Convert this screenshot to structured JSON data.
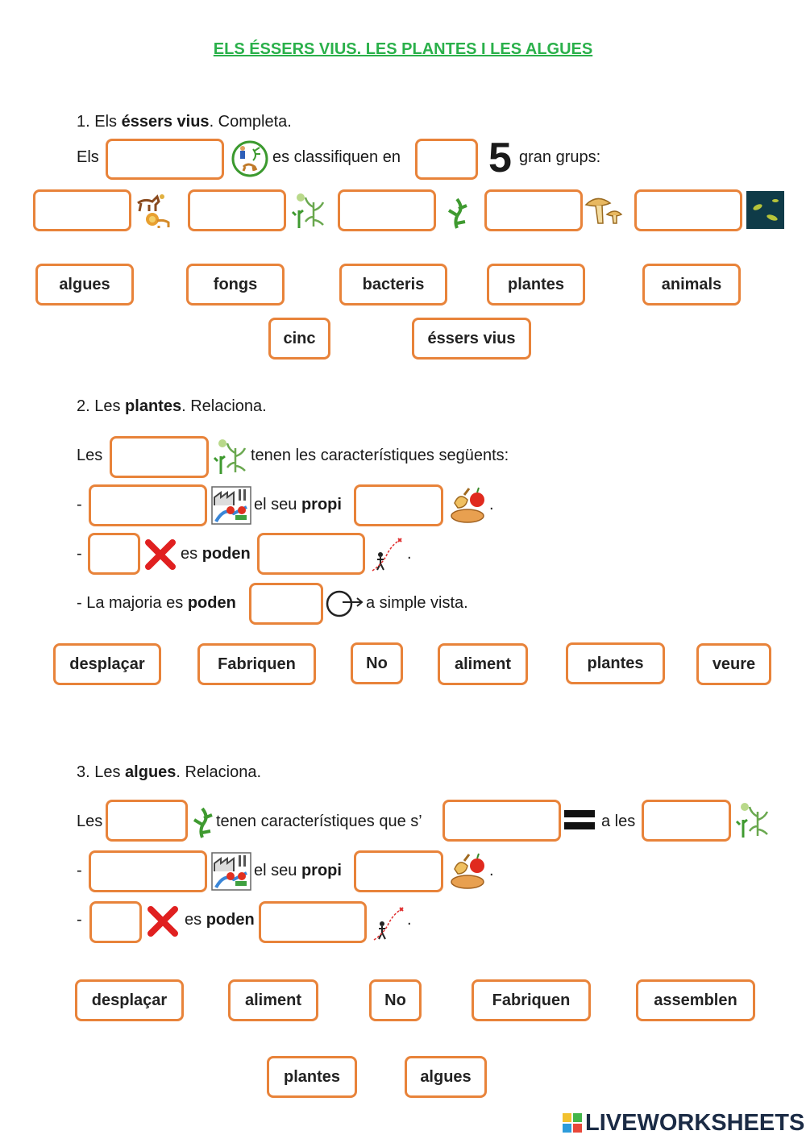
{
  "title": "ELS ÉSSERS VIUS. LES PLANTES I LES ALGUES",
  "section1": {
    "heading_prefix": "1. Els ",
    "heading_bold": "éssers vius",
    "heading_suffix": ". Completa.",
    "line_start": "Els",
    "line_mid": "es classifiquen en",
    "big_number": "5",
    "line_end": "gran grups:",
    "chips": [
      "algues",
      "fongs",
      "bacteris",
      "plantes",
      "animals",
      "cinc",
      "éssers vius"
    ]
  },
  "section2": {
    "heading_prefix": "2. Les ",
    "heading_bold": "plantes",
    "heading_suffix": ". Relaciona.",
    "line1_start": "Les",
    "line1_end": "tenen les característiques següents:",
    "dash": "-",
    "line2_mid": "el seu ",
    "line2_bold": "propi",
    "period": ".",
    "line3_mid": "es ",
    "line3_bold": "poden",
    "line4_start": "- La majoria es ",
    "line4_bold": "poden",
    "line4_end": "a simple vista.",
    "chips": [
      "desplaçar",
      "Fabriquen",
      "No",
      "aliment",
      "plantes",
      "veure"
    ]
  },
  "section3": {
    "heading_prefix": "3. Les ",
    "heading_bold": "algues",
    "heading_suffix": ". Relaciona.",
    "line1_start": "Les",
    "line1_mid": "tenen característiques que s’",
    "line1_end": "a les",
    "dash": "-",
    "line2_mid": "el seu ",
    "line2_bold": "propi",
    "period": ".",
    "line3_mid": "es ",
    "line3_bold": "poden",
    "chips": [
      "desplaçar",
      "aliment",
      "No",
      "Fabriquen",
      "assemblen",
      "plantes",
      "algues"
    ]
  },
  "brand": "LIVEWORKSHEETS",
  "colors": {
    "accent": "#e8833a",
    "title": "#2ab04a",
    "brand": "#1b2b45"
  },
  "icons": [
    "living-beings-icon",
    "animals-icon",
    "plants-icon",
    "algae-icon",
    "fungi-icon",
    "bacteria-icon",
    "factory-icon",
    "food-icon",
    "cross-icon",
    "walk-path-icon",
    "eye-icon",
    "equals-icon",
    "logo-icon"
  ]
}
